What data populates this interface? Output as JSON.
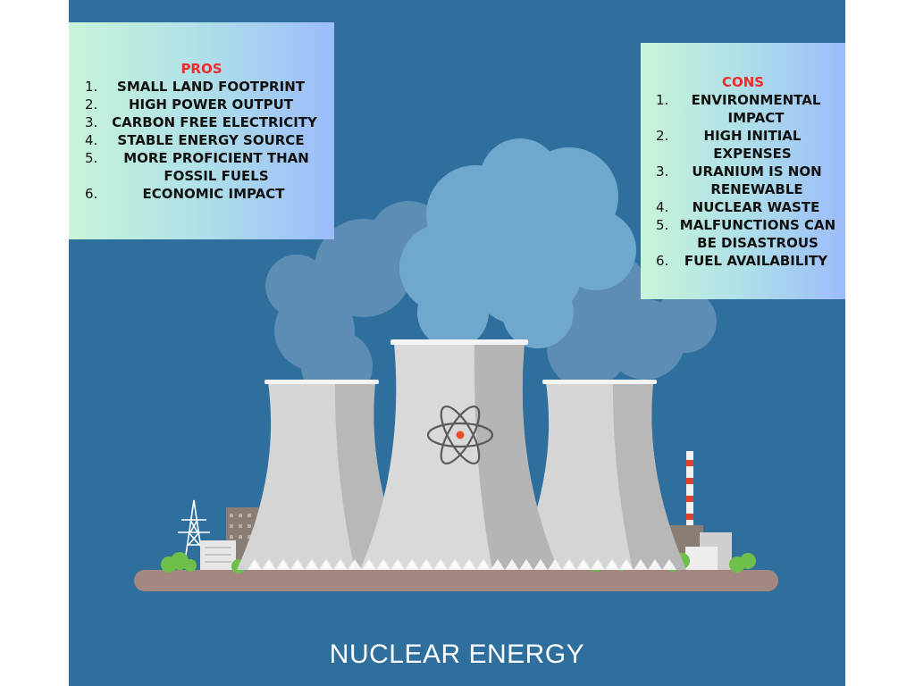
{
  "pros": {
    "title": "PROS",
    "items": [
      {
        "num": "1.",
        "text": "SMALL LAND FOOTPRINT"
      },
      {
        "num": "2.",
        "text": "HIGH POWER OUTPUT"
      },
      {
        "num": "3.",
        "text": "CARBON FREE ELECTRICITY"
      },
      {
        "num": "4.",
        "text": "STABLE ENERGY SOURCE"
      },
      {
        "num": "5.",
        "text": "MORE PROFICIENT THAN FOSSIL FUELS"
      },
      {
        "num": "6.",
        "text": "ECONOMIC IMPACT"
      }
    ]
  },
  "cons": {
    "title": "CONS",
    "items": [
      {
        "num": "1.",
        "text": "ENVIRONMENTAL IMPACT"
      },
      {
        "num": "2.",
        "text": "HIGH INITIAL EXPENSES"
      },
      {
        "num": "3.",
        "text": "URANIUM IS NON RENEWABLE"
      },
      {
        "num": "4.",
        "text": "NUCLEAR WASTE"
      },
      {
        "num": "5.",
        "text": "MALFUNCTIONS CAN BE DISASTROUS"
      },
      {
        "num": "6.",
        "text": "FUEL AVAILABILITY"
      }
    ]
  },
  "caption": "NUCLEAR ENERGY",
  "icons": [
    "atom-icon",
    "power-pylon-icon",
    "smokestack-icon",
    "tree-icon",
    "building-icon"
  ],
  "colors": {
    "background": "#2e6f9e",
    "box_title": "#ef2b2b",
    "smoke_dark": "#5d8db3",
    "smoke_light": "#6fa8cc",
    "tower": "#d5d5d5",
    "tower_shade": "#b8b8b8",
    "ground": "#a28880",
    "tree": "#6fbf4b",
    "atom_core": "#e94f2a"
  }
}
